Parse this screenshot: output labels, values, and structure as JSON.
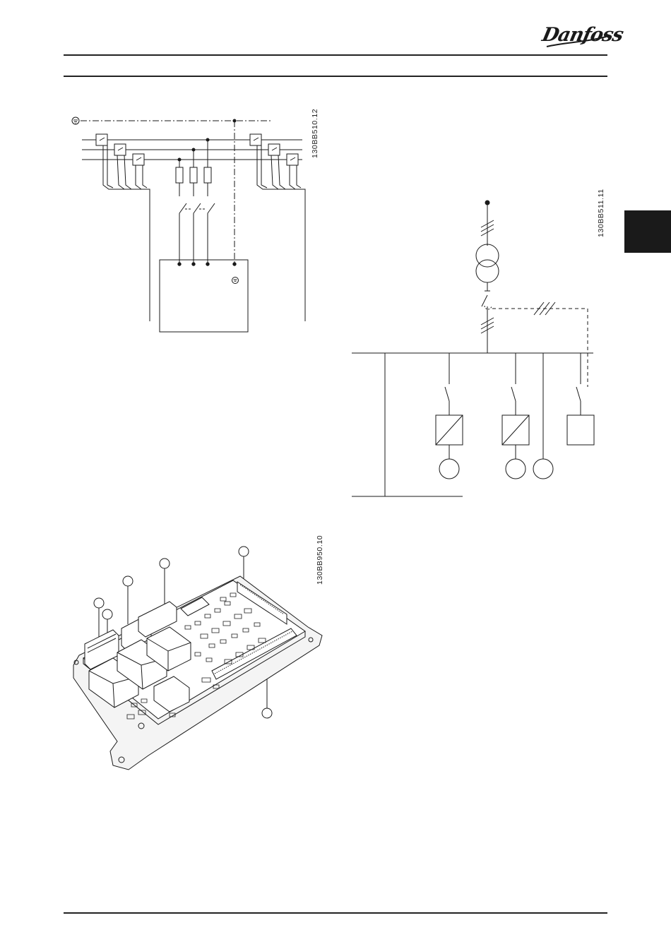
{
  "header": {
    "brand": "Danfoss"
  },
  "figures": [
    {
      "id": "fig1",
      "code": "130BB510.12"
    },
    {
      "id": "fig2",
      "code": "130BB511.11"
    },
    {
      "id": "fig3",
      "code": "130BB950.10"
    }
  ],
  "colors": {
    "ink": "#1a1a1a",
    "tab": "#1a1a1a",
    "pcb_fill": "#f4f4f4"
  }
}
